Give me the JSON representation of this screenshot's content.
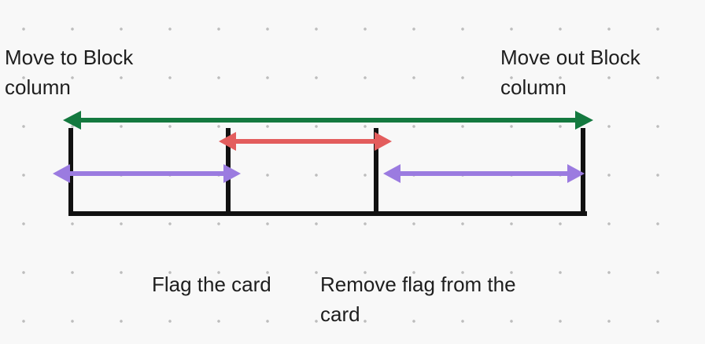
{
  "labels": {
    "move_to_block": "Move to Block column",
    "move_out_block": "Move out Block column",
    "flag_card": "Flag the card",
    "remove_flag": "Remove flag from the card"
  },
  "colors": {
    "background": "#f8f8f8",
    "dot": "#bdbdbd",
    "timeline": "#111111",
    "block_arrow": "#14793f",
    "flag_arrow": "#e35d5d",
    "phase_arrow": "#9b7be0"
  }
}
